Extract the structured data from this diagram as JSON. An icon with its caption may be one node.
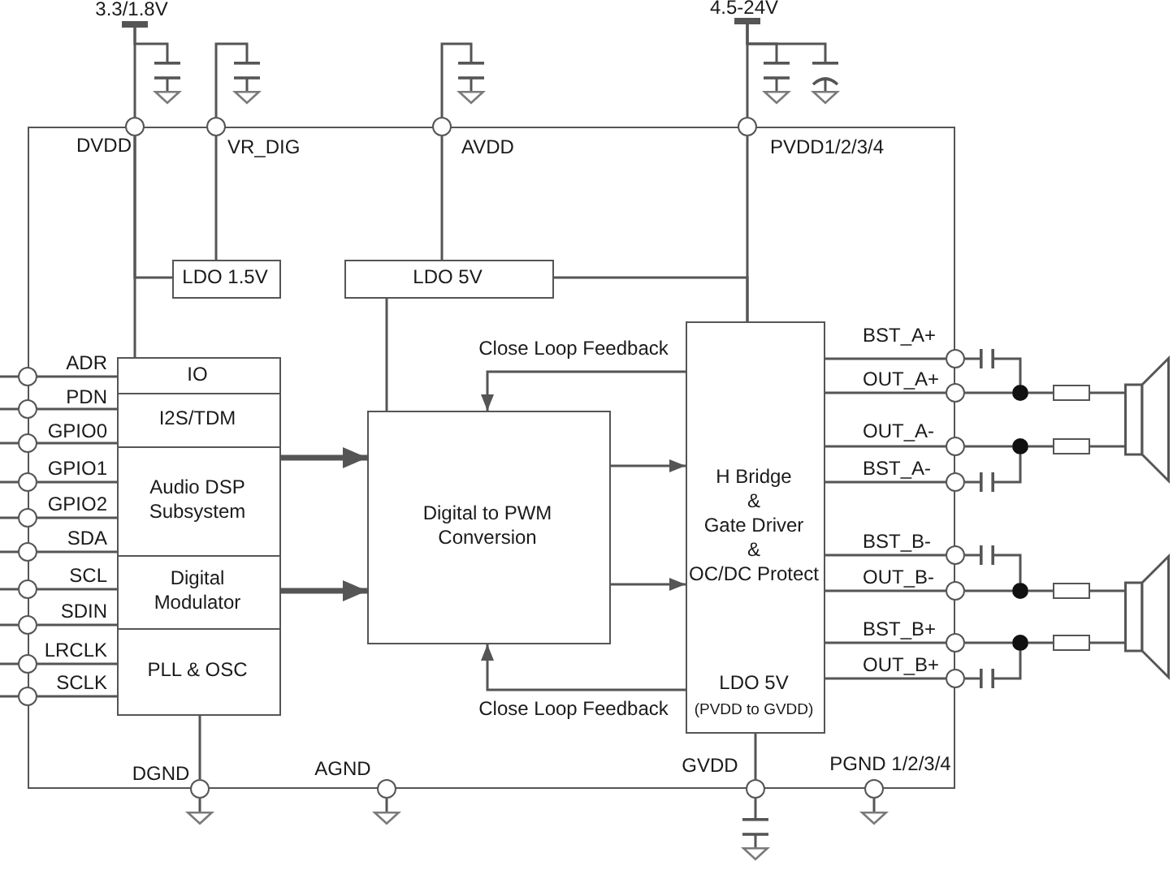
{
  "diagram": {
    "nodes": [
      {
        "text": [],
        "shape": "box"
      },
      {
        "text": [
          "LDO 1.5V"
        ],
        "in": 0
      },
      {
        "text": [
          "LDO 5V"
        ],
        "in": 0
      },
      {
        "text": [
          "IO"
        ],
        "in": 0
      },
      {
        "text": [
          "I2S/TDM"
        ],
        "in": 0
      },
      {
        "text": [
          "Audio DSP Subsystem"
        ],
        "in": 0
      },
      {
        "text": [
          "Digital Modulator"
        ],
        "in": 0
      },
      {
        "text": [
          "PLL & OSC"
        ],
        "in": 0
      },
      {
        "text": [
          "Digital to PWM Conversion"
        ],
        "in": 0
      },
      {
        "text": [
          "H Bridge & Gate Driver & OC/DC Protect",
          "LDO 5V",
          "(PVDD to GVDD)"
        ],
        "in": 0
      },
      {
        "text": [],
        "shape": "circle",
        "beside": [
          "DVDD"
        ]
      },
      {
        "text": [],
        "shape": "circle",
        "beside": [
          "VR_DIG"
        ]
      },
      {
        "text": [],
        "shape": "circle",
        "beside": [
          "AVDD"
        ]
      },
      {
        "text": [],
        "shape": "circle",
        "beside": [
          "PVDD1/2/3/4"
        ]
      },
      {
        "text": [],
        "shape": "circle"
      },
      {
        "text": [],
        "shape": "circle"
      },
      {
        "text": [],
        "shape": "circle"
      },
      {
        "text": [],
        "shape": "circle"
      },
      {
        "text": [],
        "shape": "circle"
      },
      {
        "text": [],
        "shape": "circle"
      },
      {
        "text": [],
        "shape": "circle"
      },
      {
        "text": [],
        "shape": "circle"
      },
      {
        "text": [],
        "shape": "circle"
      },
      {
        "text": [],
        "shape": "circle"
      },
      {
        "text": [],
        "shape": "circle",
        "beside": [
          "BST_A+"
        ]
      },
      {
        "text": [],
        "shape": "circle",
        "beside": [
          "OUT_A+"
        ]
      },
      {
        "text": [],
        "shape": "circle",
        "beside": [
          "OUT_A-"
        ]
      },
      {
        "text": [],
        "shape": "circle",
        "beside": [
          "BST_A-"
        ]
      },
      {
        "text": [],
        "shape": "circle",
        "beside": [
          "BST_B-"
        ]
      },
      {
        "text": [],
        "shape": "circle",
        "beside": [
          "OUT_B-"
        ]
      },
      {
        "text": [],
        "shape": "circle",
        "beside": [
          "BST_B+"
        ]
      },
      {
        "text": [],
        "shape": "circle",
        "beside": [
          "OUT_B+"
        ]
      },
      {
        "text": [],
        "shape": "circle",
        "beside": [
          "DGND"
        ]
      },
      {
        "text": [],
        "shape": "circle",
        "beside": [
          "AGND"
        ]
      },
      {
        "text": [],
        "shape": "circle",
        "beside": [
          "GVDD"
        ]
      },
      {
        "text": [],
        "shape": "circle",
        "beside": [
          "PGND 1/2/3/4"
        ]
      },
      {
        "text": [],
        "shape": "bar",
        "beside": [
          "3.3/1.8V"
        ]
      },
      {
        "text": [],
        "shape": "bar",
        "beside": [
          "4.5-24V"
        ]
      },
      {
        "text": [],
        "shape": "picture"
      },
      {
        "text": [],
        "shape": "picture"
      },
      {
        "text": [],
        "shape": "picture"
      },
      {
        "text": [],
        "shape": "picture"
      },
      {
        "text": [],
        "shape": "picture"
      },
      {
        "text": [],
        "shape": "picture"
      },
      {
        "text": [],
        "shape": "picture"
      },
      {
        "text": [],
        "shape": "picture"
      },
      {
        "text": [],
        "shape": "picture"
      },
      {
        "text": [],
        "shape": "circle"
      },
      {
        "text": [],
        "shape": "circle"
      },
      {
        "text": [],
        "shape": "circle"
      },
      {
        "text": [],
        "shape": "circle"
      },
      {
        "text": [],
        "shape": "box"
      },
      {
        "text": [],
        "shape": "box"
      },
      {
        "text": [],
        "shape": "box"
      },
      {
        "text": [],
        "shape": "box"
      },
      {
        "text": [],
        "shape": "speaker"
      },
      {
        "text": [],
        "shape": "speaker"
      },
      {
        "text": [],
        "shape": "triangle"
      },
      {
        "text": [],
        "shape": "triangle"
      },
      {
        "text": [],
        "shape": "picture"
      },
      {
        "text": [],
        "shape": "triangle"
      }
    ],
    "edges": [
      {
        "from": 36,
        "to": 10,
        "arrow": "none"
      },
      {
        "from": 36,
        "to": 38,
        "arrow": "none"
      },
      {
        "from": 10,
        "to": 1,
        "arrow": "none"
      },
      {
        "from": 10,
        "to": 3,
        "arrow": "none"
      },
      {
        "from": 11,
        "to": 1,
        "arrow": "none"
      },
      {
        "from": 11,
        "to": 39,
        "arrow": "none"
      },
      {
        "from": 12,
        "to": 2,
        "arrow": "none"
      },
      {
        "from": 12,
        "to": 40,
        "arrow": "none"
      },
      {
        "from": 37,
        "to": 13,
        "arrow": "none"
      },
      {
        "from": 37,
        "to": 41,
        "arrow": "none"
      },
      {
        "from": 37,
        "to": 42,
        "arrow": "none"
      },
      {
        "from": 13,
        "to": 9,
        "arrow": "none"
      },
      {
        "from": 2,
        "to": 9,
        "arrow": "none"
      },
      {
        "from": 2,
        "to": 8,
        "arrow": "none"
      },
      {
        "from": 14,
        "to": 3,
        "arrow": "none"
      },
      {
        "from": 15,
        "to": 4,
        "arrow": "none"
      },
      {
        "from": 16,
        "to": 4,
        "arrow": "none"
      },
      {
        "from": 17,
        "to": 5,
        "arrow": "none"
      },
      {
        "from": 18,
        "to": 5,
        "arrow": "none"
      },
      {
        "from": 19,
        "to": 5,
        "arrow": "none"
      },
      {
        "from": 20,
        "to": 6,
        "arrow": "none"
      },
      {
        "from": 21,
        "to": 6,
        "arrow": "none"
      },
      {
        "from": 22,
        "to": 7,
        "arrow": "none"
      },
      {
        "from": 23,
        "to": 7,
        "arrow": "none"
      },
      {
        "from": 14,
        "to": null,
        "arrow": "none"
      },
      {
        "from": 15,
        "to": null,
        "arrow": "none"
      },
      {
        "from": 16,
        "to": null,
        "arrow": "none"
      },
      {
        "from": 17,
        "to": null,
        "arrow": "none"
      },
      {
        "from": 18,
        "to": null,
        "arrow": "none"
      },
      {
        "from": 19,
        "to": null,
        "arrow": "none"
      },
      {
        "from": 20,
        "to": null,
        "arrow": "none"
      },
      {
        "from": 21,
        "to": null,
        "arrow": "none"
      },
      {
        "from": 22,
        "to": null,
        "arrow": "none"
      },
      {
        "from": 23,
        "to": null,
        "arrow": "none"
      },
      {
        "from": 5,
        "to": 8,
        "arrow": "to",
        "style": "thick"
      },
      {
        "from": 6,
        "to": 8,
        "arrow": "to",
        "style": "thick"
      },
      {
        "from": 8,
        "to": 9,
        "arrow": "to"
      },
      {
        "from": 8,
        "to": 9,
        "arrow": "to"
      },
      {
        "from": 9,
        "to": 8,
        "arrow": "to",
        "label": "Close Loop Feedback"
      },
      {
        "from": 9,
        "to": 8,
        "arrow": "to",
        "label": "Close Loop Feedback"
      },
      {
        "from": 9,
        "to": 24,
        "arrow": "none"
      },
      {
        "from": 9,
        "to": 25,
        "arrow": "none"
      },
      {
        "from": 9,
        "to": 26,
        "arrow": "none"
      },
      {
        "from": 9,
        "to": 27,
        "arrow": "none"
      },
      {
        "from": 9,
        "to": 28,
        "arrow": "none"
      },
      {
        "from": 9,
        "to": 29,
        "arrow": "none"
      },
      {
        "from": 9,
        "to": 30,
        "arrow": "none"
      },
      {
        "from": 9,
        "to": 31,
        "arrow": "none"
      },
      {
        "from": 24,
        "to": 43,
        "arrow": "none"
      },
      {
        "from": 43,
        "to": 47,
        "arrow": "none"
      },
      {
        "from": 25,
        "to": 47,
        "arrow": "none"
      },
      {
        "from": 47,
        "to": 51,
        "arrow": "none"
      },
      {
        "from": 51,
        "to": 55,
        "arrow": "none"
      },
      {
        "from": 26,
        "to": 48,
        "arrow": "none"
      },
      {
        "from": 48,
        "to": 52,
        "arrow": "none"
      },
      {
        "from": 52,
        "to": 55,
        "arrow": "none"
      },
      {
        "from": 27,
        "to": 44,
        "arrow": "none"
      },
      {
        "from": 44,
        "to": 48,
        "arrow": "none"
      },
      {
        "from": 28,
        "to": 45,
        "arrow": "none"
      },
      {
        "from": 45,
        "to": 49,
        "arrow": "none"
      },
      {
        "from": 29,
        "to": 49,
        "arrow": "none"
      },
      {
        "from": 49,
        "to": 53,
        "arrow": "none"
      },
      {
        "from": 53,
        "to": 56,
        "arrow": "none"
      },
      {
        "from": 30,
        "to": 50,
        "arrow": "none"
      },
      {
        "from": 50,
        "to": 54,
        "arrow": "none"
      },
      {
        "from": 54,
        "to": 56,
        "arrow": "none"
      },
      {
        "from": 31,
        "to": 46,
        "arrow": "none"
      },
      {
        "from": 46,
        "to": 50,
        "arrow": "none"
      },
      {
        "from": 7,
        "to": 32,
        "arrow": "none"
      },
      {
        "from": 32,
        "to": 57,
        "arrow": "none"
      },
      {
        "from": 33,
        "to": 58,
        "arrow": "none"
      },
      {
        "from": 9,
        "to": 34,
        "arrow": "none"
      },
      {
        "from": 34,
        "to": 59,
        "arrow": "none"
      },
      {
        "from": 35,
        "to": 60,
        "arrow": "none"
      }
    ],
    "labels": [
      "ADR",
      "PDN",
      "GPIO0",
      "GPIO1",
      "GPIO2",
      "SDA",
      "SCL",
      "SDIN",
      "LRCLK",
      "SCLK"
    ]
  }
}
